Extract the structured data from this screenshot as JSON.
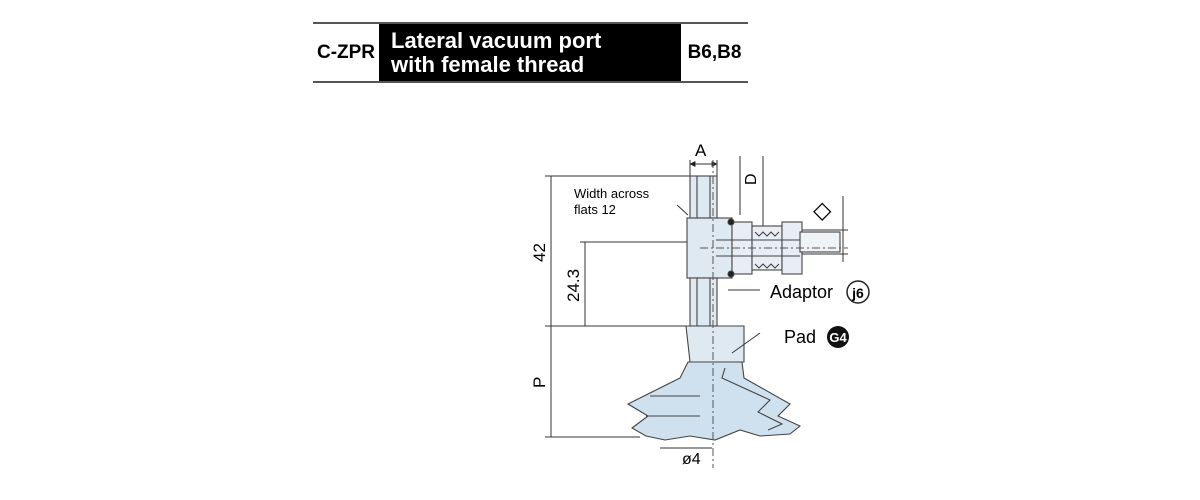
{
  "header": {
    "series": "C-ZPR",
    "title_line1": "Lateral vacuum port",
    "title_line2": "with female thread",
    "variants": "B6,B8"
  },
  "drawing": {
    "dim_a": "A",
    "dim_d": "D",
    "dim_square": "◇",
    "dim_42": "42",
    "dim_243": "24.3",
    "dim_p": "P",
    "dim_o4": "ø4",
    "note_width_line1": "Width across",
    "note_width_line2": "flats 12",
    "adaptor_label": "Adaptor",
    "adaptor_code": "j6",
    "pad_label": "Pad",
    "pad_code": "G4"
  },
  "colors": {
    "part_fill": "#dfe9f2",
    "pad_fill": "#cfe1ee",
    "line": "#444444"
  }
}
